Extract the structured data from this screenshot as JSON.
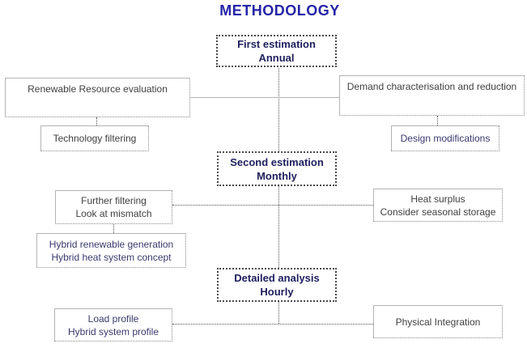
{
  "title": "METHODOLOGY",
  "colors": {
    "title_blue": "#2424a8",
    "stage_text_navy": "#1e1e5e",
    "side_text_gray": "#3f3f3f",
    "side_text_navy": "#39396e",
    "box_border_gray": "#b3b3b3",
    "dotted_border_dark": "#4a4a4a",
    "connector_dotted": "#555555",
    "background": "#ffffff"
  },
  "stages": {
    "first": {
      "line1": "First estimation",
      "line2": "Annual"
    },
    "second": {
      "line1": "Second estimation",
      "line2": "Monthly"
    },
    "detailed": {
      "line1": "Detailed analysis",
      "line2": "Hourly"
    }
  },
  "boxes": {
    "renewable": {
      "line1": "Renewable Resource evaluation"
    },
    "demand": {
      "line1": "Demand characterisation and reduction"
    },
    "technology": {
      "line1": "Technology filtering"
    },
    "design": {
      "line1": "Design modifications"
    },
    "further": {
      "line1": "Further filtering",
      "line2": "Look at mismatch"
    },
    "heat": {
      "line1": "Heat surplus",
      "line2": "Consider seasonal storage"
    },
    "hybrid": {
      "line1": "Hybrid renewable generation",
      "line2": "Hybrid heat system concept"
    },
    "load": {
      "line1": "Load profile",
      "line2": "Hybrid system profile"
    },
    "physical": {
      "line1": "Physical Integration"
    }
  }
}
